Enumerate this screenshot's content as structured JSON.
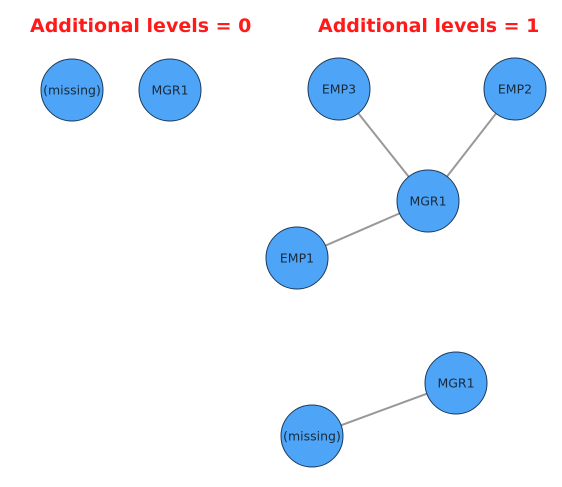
{
  "colors": {
    "heading": "#ff1a1a",
    "node_fill": "#4ea4f6",
    "node_stroke": "#1b3a5c",
    "node_text": "#1a2a3a",
    "edge": "#999999"
  },
  "headings": {
    "left": "Additional levels = 0",
    "right": "Additional levels = 1"
  },
  "nodes": {
    "missing_a": "(missing)",
    "mgr1_a": "MGR1",
    "emp3": "EMP3",
    "emp2": "EMP2",
    "mgr1_b": "MGR1",
    "emp1": "EMP1",
    "mgr1_c": "MGR1",
    "missing_b": "(missing)"
  },
  "edges": [
    [
      "emp3",
      "mgr1_b"
    ],
    [
      "emp2",
      "mgr1_b"
    ],
    [
      "emp1",
      "mgr1_b"
    ],
    [
      "missing_b",
      "mgr1_c"
    ]
  ]
}
